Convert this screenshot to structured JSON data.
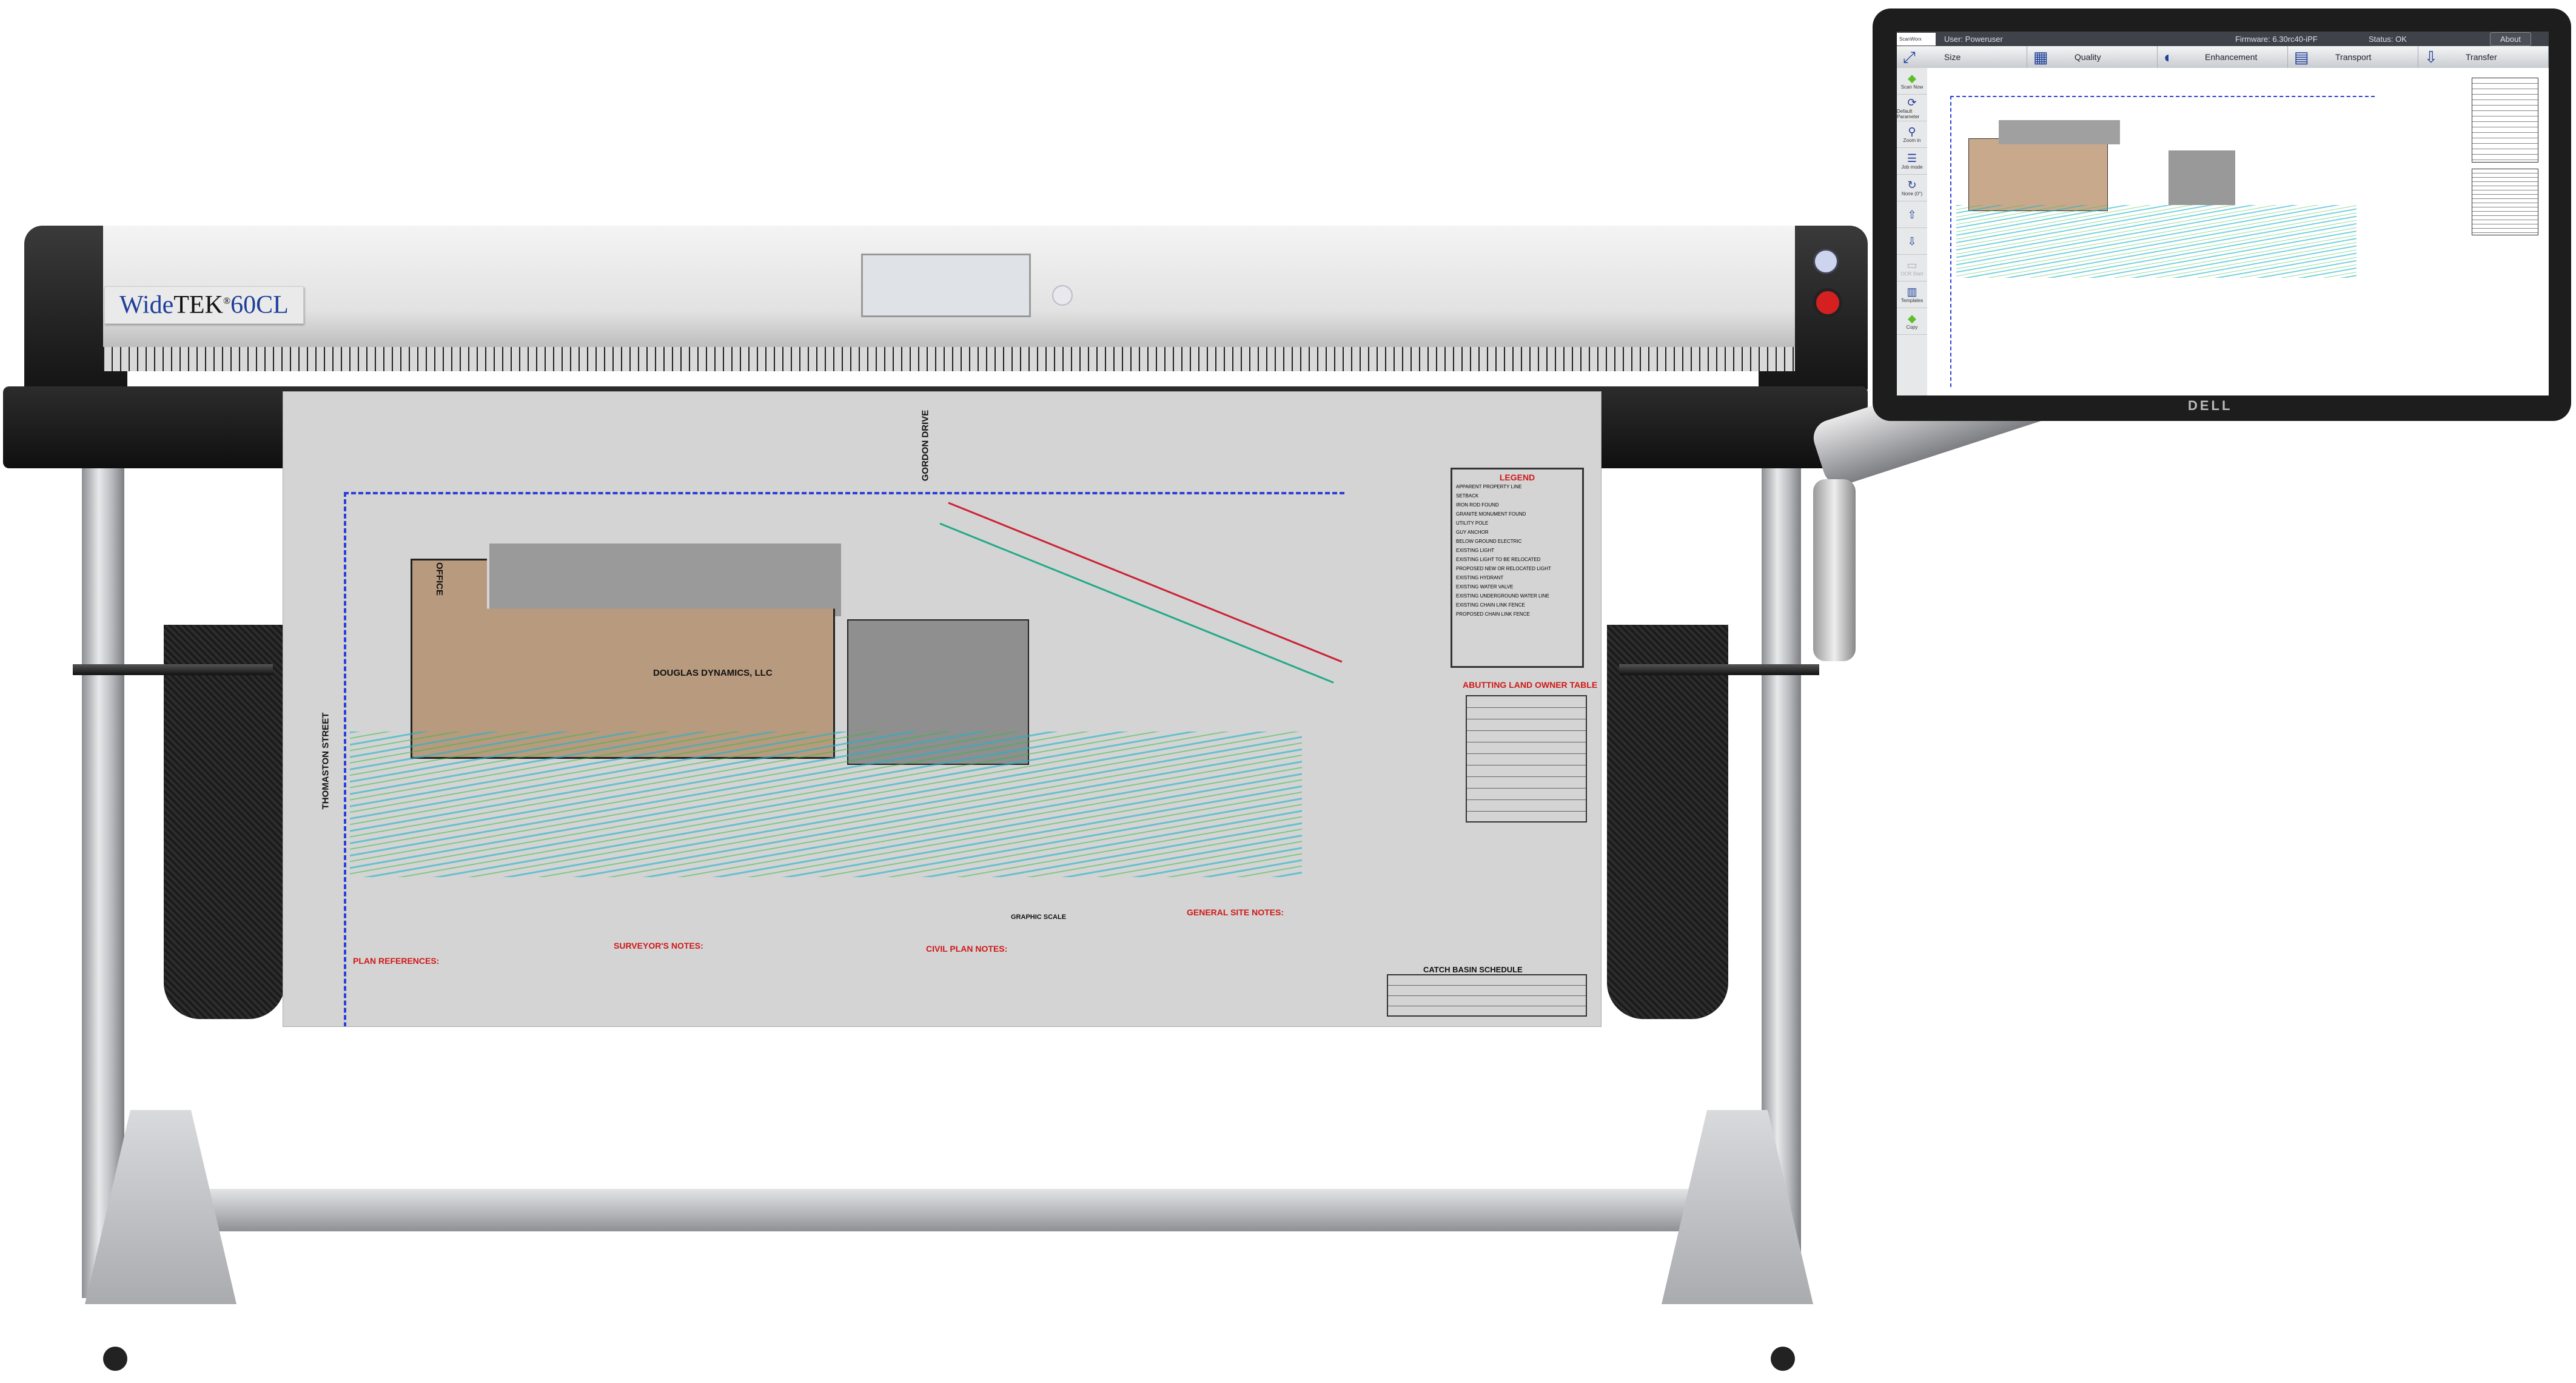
{
  "scanner": {
    "brand": "Wide",
    "brand_mid": "TEK",
    "reg": "®",
    "model": "60CL"
  },
  "drawing": {
    "company": "DOUGLAS DYNAMICS, LLC",
    "street": "THOMASTON STREET",
    "road": "GORDON DRIVE",
    "office": "OFFICE",
    "legend_title": "LEGEND",
    "legend_items": [
      "APPARENT PROPERTY LINE",
      "SETBACK",
      "IRON ROD FOUND",
      "GRANITE MONUMENT FOUND",
      "UTILITY POLE",
      "GUY ANCHOR",
      "BELOW GROUND ELECTRIC",
      "EXISTING LIGHT",
      "EXISTING LIGHT TO BE RELOCATED",
      "PROPOSED NEW OR RELOCATED LIGHT",
      "EXISTING HYDRANT",
      "EXISTING WATER VALVE",
      "EXISTING UNDERGROUND WATER LINE",
      "EXISTING CHAIN LINK FENCE",
      "PROPOSED CHAIN LINK FENCE"
    ],
    "abutting_title": "ABUTTING LAND OWNER TABLE",
    "plan_refs": "PLAN REFERENCES:",
    "surveyor_notes": "SURVEYOR'S NOTES:",
    "civil_notes": "CIVIL PLAN NOTES:",
    "general_notes": "GENERAL SITE NOTES:",
    "catch_basin": "CATCH BASIN SCHEDULE",
    "graphic_scale": "GRAPHIC SCALE"
  },
  "monitor": {
    "brand": "DELL",
    "app_logo": "ScanWorx",
    "user": "User: Poweruser",
    "firmware": "Firmware: 6.30rc40-iPF",
    "status": "Status: OK",
    "about": "About",
    "tabs": [
      {
        "label": "Size",
        "icon": "resize-icon"
      },
      {
        "label": "Quality",
        "icon": "grid-icon"
      },
      {
        "label": "Enhancement",
        "icon": "contrast-icon"
      },
      {
        "label": "Transport",
        "icon": "transport-icon"
      },
      {
        "label": "Transfer",
        "icon": "download-arrow-icon"
      }
    ],
    "sidebar": [
      {
        "label": "Scan Now",
        "icon": "scan-diamond-icon"
      },
      {
        "label": "Default Parameter",
        "icon": "refresh-icon"
      },
      {
        "label": "Zoom in",
        "icon": "zoom-in-icon"
      },
      {
        "label": "Job mode",
        "icon": "books-icon"
      },
      {
        "label": "None (0°)",
        "icon": "rotate-icon"
      },
      {
        "label": "",
        "icon": "feed-up-icon"
      },
      {
        "label": "",
        "icon": "feed-down-icon"
      },
      {
        "label": "OCR Start",
        "icon": "ocr-icon"
      },
      {
        "label": "Templates",
        "icon": "templates-icon"
      },
      {
        "label": "Copy",
        "icon": "copy-diamond-icon"
      }
    ]
  },
  "colors": {
    "accent_blue": "#1f3f9a",
    "scan_green": "#5cbf2a",
    "building_brown": "#b89a7e"
  }
}
